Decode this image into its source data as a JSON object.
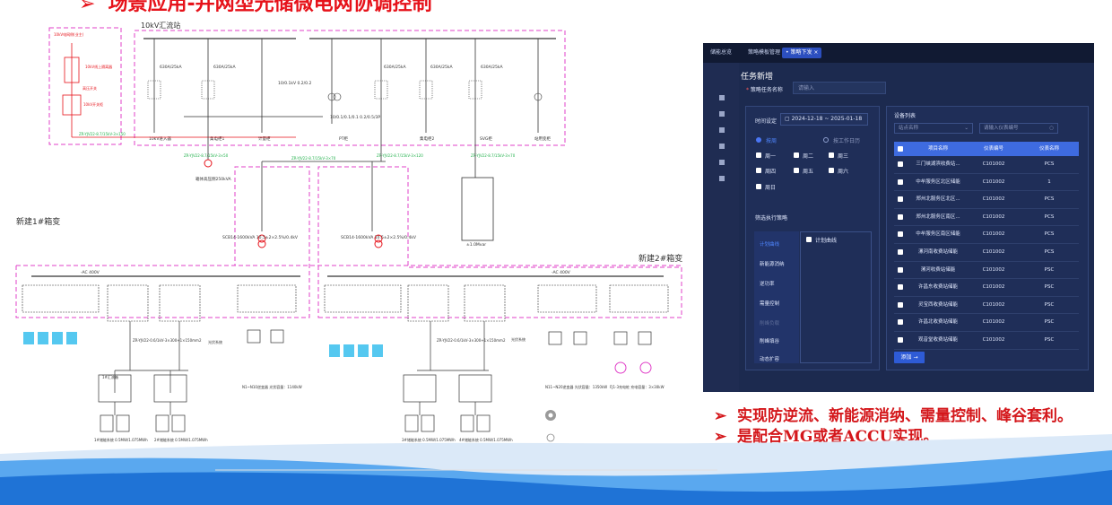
{
  "slide": {
    "title": "场景应用-并网型光储微电网协调控制",
    "title_arrow": "➢",
    "bullets": [
      "实现防逆流、新能源消纳、需量控制、峰谷套利。",
      "是配合MG或者ACCU实现。"
    ],
    "bullet_arrow": "➢"
  },
  "diagram": {
    "bus_title": "10kV汇流站",
    "left_station": "新建1#箱变",
    "right_station": "新建2#箱变",
    "red_box": "10kV电网侧(业主)",
    "red_labels": [
      "10kV线上隔离器",
      "高压开关",
      "10kV开关柜"
    ],
    "feeder_labels": [
      "10kV进入器",
      "集电柜1",
      "计量柜",
      "PT柜",
      "集电柜2",
      "SVG柜",
      "站用变柜"
    ],
    "cabinet_specs": [
      "630A/25kA",
      "630A/25kA",
      "630A/25kA",
      "630A/25kA",
      "630A/25kA"
    ],
    "pt_spec": "10/0.1kV 0.2/0.2",
    "pt_spec2": "10/0.1/0.1/0.1 0.2/0.5/3P",
    "svg_spec": "±1.0Mvar",
    "cable_labels": [
      "ZR-YJV22-8.7/15kV-3×150",
      "ZR-YJV22-8.7/15kV-3×50",
      "ZR-YJV22-8.7/15kV-3×70",
      "ZR-YJV22-8.7/15kV-3×120",
      "ZR-YJV22-8.7/15kV-3×70"
    ],
    "transformer_left": "SCB14-1600kVA 10.5±2×2.5%/0.4kV",
    "transformer_right": "SCB14-1600kVA 10.5±2×2.5%/0.4kV",
    "lv_bus": "-AC 400V",
    "storage_left": [
      "1#储能系统 0.5MW/1.075MWh",
      "2#储能系统 0.5MW/1.075MWh"
    ],
    "storage_right": [
      "3#储能系统 0.5MW/1.075MWh",
      "4#储能系统 0.5MW/1.075MWh"
    ],
    "pv_left": "N1~N10逆变器 光伏容量：1140kW",
    "pv_right": "N11~N20逆变器 光伏容量：1350kW",
    "charger": "FJ1-3充电桩 充电容量：3×30kW",
    "ground_label": "箱体高压侧250kVA",
    "pv_label": "光伏系统",
    "small_cabinet": "1#汇流箱",
    "cable_small": "ZR-YJV22-0.6/1kV-3×300+1×150mm2"
  },
  "app": {
    "tabs": [
      "储能总览",
      "策略模板管理",
      "策略下发"
    ],
    "tab_close": "×",
    "page_title": "任务新增",
    "task_name_label": "策略任务名称",
    "task_name_placeholder": "请输入",
    "time_label": "时间设定",
    "date_range": "2024-12-18 ~ 2025-01-18",
    "mode_options": [
      "按周",
      "按工作日历"
    ],
    "weekdays": [
      "周一",
      "周二",
      "周三",
      "周四",
      "周五",
      "周六",
      "周日"
    ],
    "strategy_section": "筛选执行策略",
    "strategy_items": [
      "计划曲线",
      "新能源消纳",
      "逆功率",
      "需量控制",
      "削峰负载",
      "削峰填谷",
      "动态扩容"
    ],
    "strategy_checkbox": "计划曲线",
    "device_list_label": "设备列表",
    "site_select_placeholder": "站点名称",
    "device_search_placeholder": "请输入仪表编号",
    "table_headers": [
      "项目名称",
      "仪表编号",
      "仪表名称"
    ],
    "table_rows": [
      [
        "三门峡湖滨收费站...",
        "C101002",
        "PCS"
      ],
      [
        "中牟服务区北区储能",
        "C101002",
        "1"
      ],
      [
        "郑州北服务区北区...",
        "C101002",
        "PCS"
      ],
      [
        "郑州北服务区南区...",
        "C101002",
        "PCS"
      ],
      [
        "中牟服务区南区储能",
        "C101002",
        "PCS"
      ],
      [
        "漯河南收费站储能",
        "C101002",
        "PCS"
      ],
      [
        "漯河收费站储能",
        "C101002",
        "PSC"
      ],
      [
        "许昌东收费站储能",
        "C101002",
        "PSC"
      ],
      [
        "灵宝西收费站储能",
        "C101002",
        "PSC"
      ],
      [
        "许昌北收费站储能",
        "C101002",
        "PSC"
      ],
      [
        "观音堂收费站储能",
        "C101002",
        "PSC"
      ]
    ],
    "add_button": "添加 →"
  },
  "colors": {
    "title_red": "#e6121a",
    "app_bg": "#1c2a4f",
    "accent_blue": "#3e6be0",
    "dashed_magenta": "#e040c8",
    "diagram_green": "#22b14c"
  }
}
